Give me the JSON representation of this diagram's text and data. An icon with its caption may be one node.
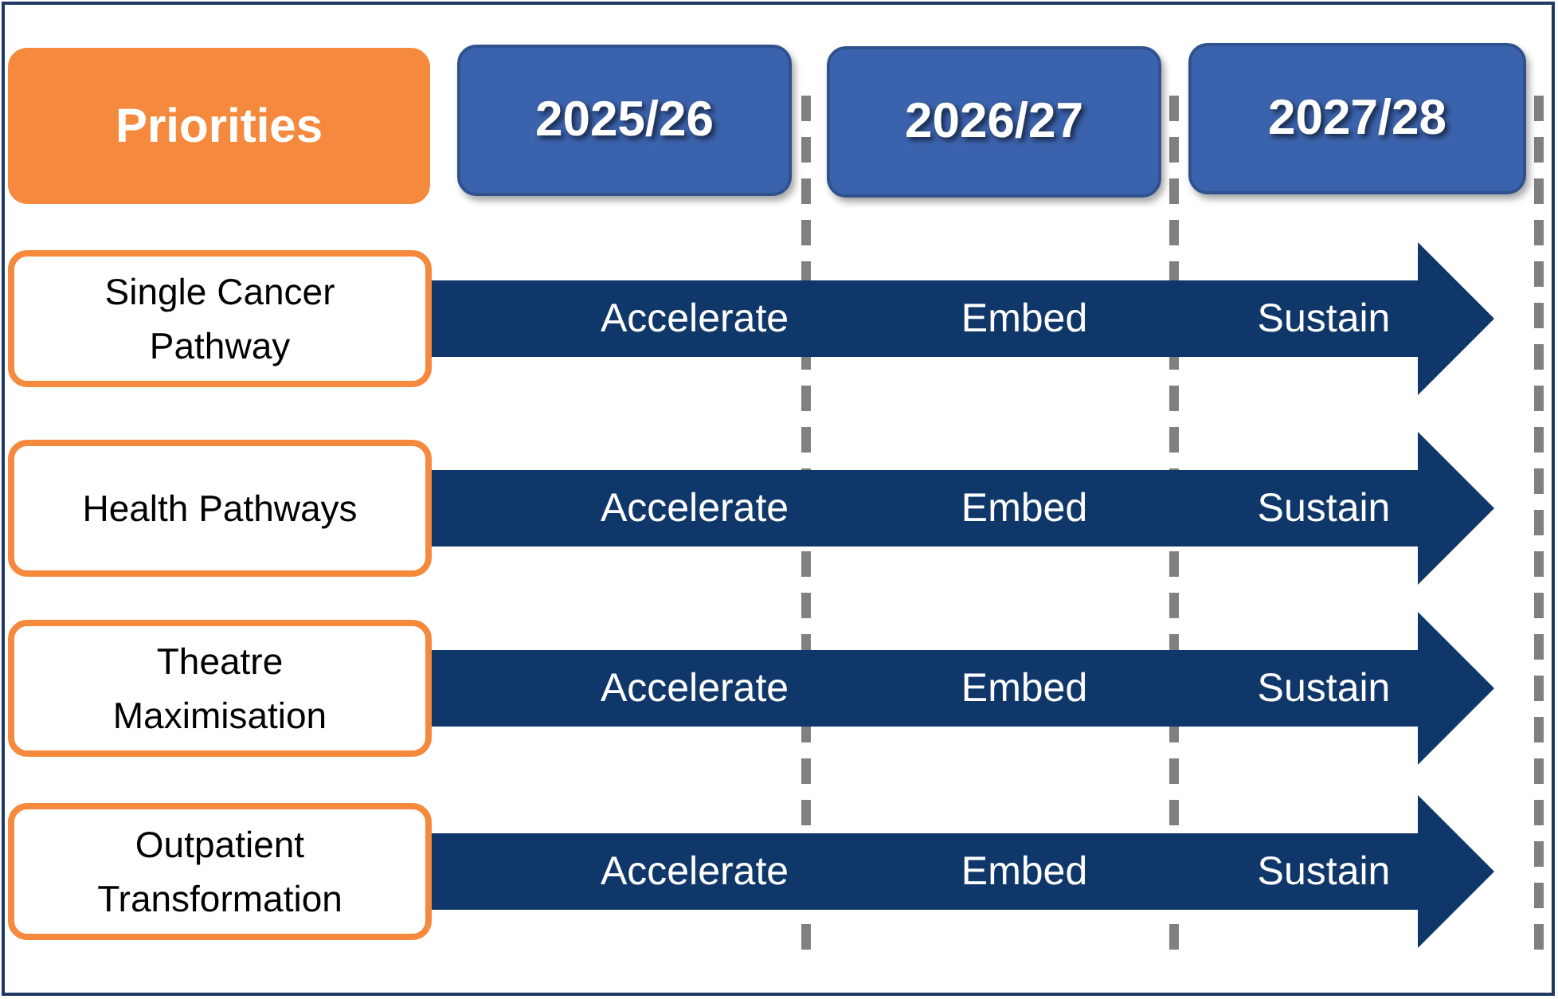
{
  "diagram": {
    "nodes": [
      {
        "text": [
          "Priorities"
        ]
      },
      {
        "text": [
          "2025/26"
        ]
      },
      {
        "text": [
          "2026/27"
        ]
      },
      {
        "text": [
          "2027/28"
        ]
      },
      {
        "text": [
          "Single Cancer Pathway"
        ]
      },
      {
        "text": [
          "Health Pathways"
        ]
      },
      {
        "text": [
          "Theatre Maximisation"
        ]
      },
      {
        "text": [
          "Outpatient Transformation"
        ]
      }
    ],
    "edges": [
      {
        "from": 4,
        "to": null,
        "arrow": "to"
      },
      {
        "from": 5,
        "to": null,
        "arrow": "to"
      },
      {
        "from": 6,
        "to": null,
        "arrow": "to"
      },
      {
        "from": 7,
        "to": null,
        "arrow": "to"
      }
    ],
    "labels": [
      "Accelerate",
      "Embed",
      "Sustain",
      "Accelerate",
      "Embed",
      "Sustain",
      "Accelerate",
      "Embed",
      "Sustain",
      "Accelerate",
      "Embed",
      "Sustain"
    ]
  }
}
